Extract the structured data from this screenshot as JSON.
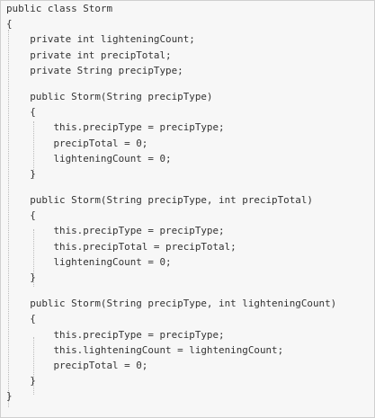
{
  "code": {
    "class_header": "public class Storm",
    "class_open": "{",
    "fields": [
      "    private int lighteningCount;",
      "    private int precipTotal;",
      "    private String precipType;"
    ],
    "constructors": [
      {
        "signature": "    public Storm(String precipType)",
        "open": "    {",
        "body": [
          "        this.precipType = precipType;",
          "        precipTotal = 0;",
          "        lighteningCount = 0;"
        ],
        "close": "    }"
      },
      {
        "signature": "    public Storm(String precipType, int precipTotal)",
        "open": "    {",
        "body": [
          "        this.precipType = precipType;",
          "        this.precipTotal = precipTotal;",
          "        lighteningCount = 0;"
        ],
        "close": "    }"
      },
      {
        "signature": "    public Storm(String precipType, int lighteningCount)",
        "open": "    {",
        "body": [
          "        this.precipType = precipType;",
          "        this.lighteningCount = lighteningCount;",
          "        precipTotal = 0;"
        ],
        "close": "    }"
      }
    ],
    "class_close": "}"
  }
}
